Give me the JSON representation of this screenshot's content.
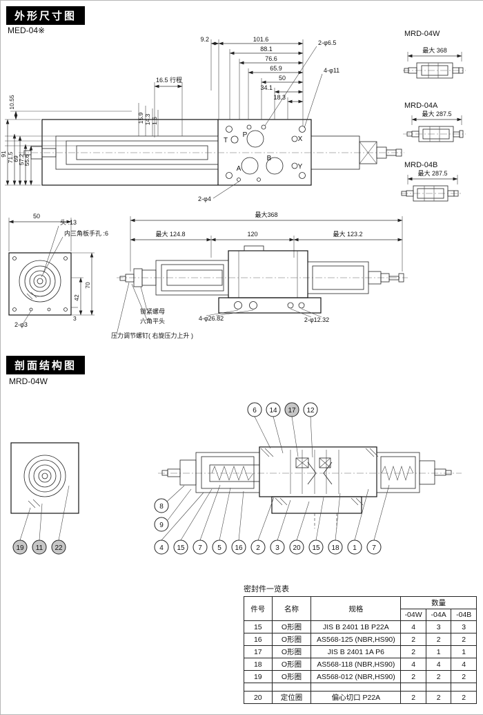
{
  "section1": {
    "header": "外形尺寸图",
    "model": "MED-04※",
    "top_dims": [
      "9.2",
      "101.6",
      "88.1",
      "76.6",
      "65.9",
      "50",
      "34.1",
      "18.3"
    ],
    "stroke_dim": "16.5 行程",
    "small_dims": [
      "15.9",
      "14.3",
      "1.6"
    ],
    "left_dims": [
      "10.55",
      "91",
      "71.5",
      "69",
      "57.2",
      "55.6"
    ],
    "hole_labels": [
      "2-φ6.5",
      "4-φ11",
      "2-φ4"
    ],
    "ports": [
      "T",
      "P",
      "X",
      "A",
      "B",
      "Y"
    ],
    "right_views": [
      {
        "model": "MRD-04W",
        "dim": "最大 368"
      },
      {
        "model": "MRD-04A",
        "dim": "最大 287.5"
      },
      {
        "model": "MRD-04B",
        "dim": "最大 287.5"
      }
    ],
    "front_view": {
      "dim_top": "50",
      "note1": "头 :13",
      "note2": "内三角板手孔 :6",
      "dim1": "70",
      "dim2": "42",
      "dim3": "3",
      "hole": "2-φ3"
    },
    "side_view": {
      "total": "最大368",
      "left": "最大 124.8",
      "mid": "120",
      "right": "最大 123.2",
      "nut": "锁紧螺母",
      "hex": "六角平头",
      "screw": "压力调节螺钉( 右旋压力上升 )",
      "holes_big": "4-φ26.82",
      "holes_small": "2-φ12.32"
    }
  },
  "section2": {
    "header": "剖面结构图",
    "model": "MRD-04W",
    "callouts_top": [
      "6",
      "14",
      "17",
      "12"
    ],
    "callouts_left": [
      "8",
      "9"
    ],
    "callouts_bottom": [
      "4",
      "15",
      "7",
      "5",
      "16",
      "2",
      "3",
      "20",
      "15",
      "18",
      "1",
      "7"
    ],
    "callouts_flange": [
      "19",
      "11",
      "22"
    ]
  },
  "table": {
    "title": "密封件一览表",
    "headers": {
      "item": "件号",
      "name": "名称",
      "spec": "规格",
      "qty": "数量"
    },
    "qty_cols": [
      "-04W",
      "-04A",
      "-04B"
    ],
    "rows": [
      {
        "item": "15",
        "name": "O形圈",
        "spec": "JIS B 2401  1B P22A",
        "qty": [
          "4",
          "3",
          "3"
        ]
      },
      {
        "item": "16",
        "name": "O形圈",
        "spec": "AS568-125  (NBR,HS90)",
        "qty": [
          "2",
          "2",
          "2"
        ]
      },
      {
        "item": "17",
        "name": "O形圈",
        "spec": "JIS B 2401  1A P6",
        "qty": [
          "2",
          "1",
          "1"
        ]
      },
      {
        "item": "18",
        "name": "O形圈",
        "spec": "AS568-118  (NBR,HS90)",
        "qty": [
          "4",
          "4",
          "4"
        ]
      },
      {
        "item": "19",
        "name": "O形圈",
        "spec": "AS568-012  (NBR,HS90)",
        "qty": [
          "2",
          "2",
          "2"
        ]
      },
      {
        "item": "20",
        "name": "定位圈",
        "spec": "偏心切口 P22A",
        "qty": [
          "2",
          "2",
          "2"
        ]
      }
    ]
  }
}
